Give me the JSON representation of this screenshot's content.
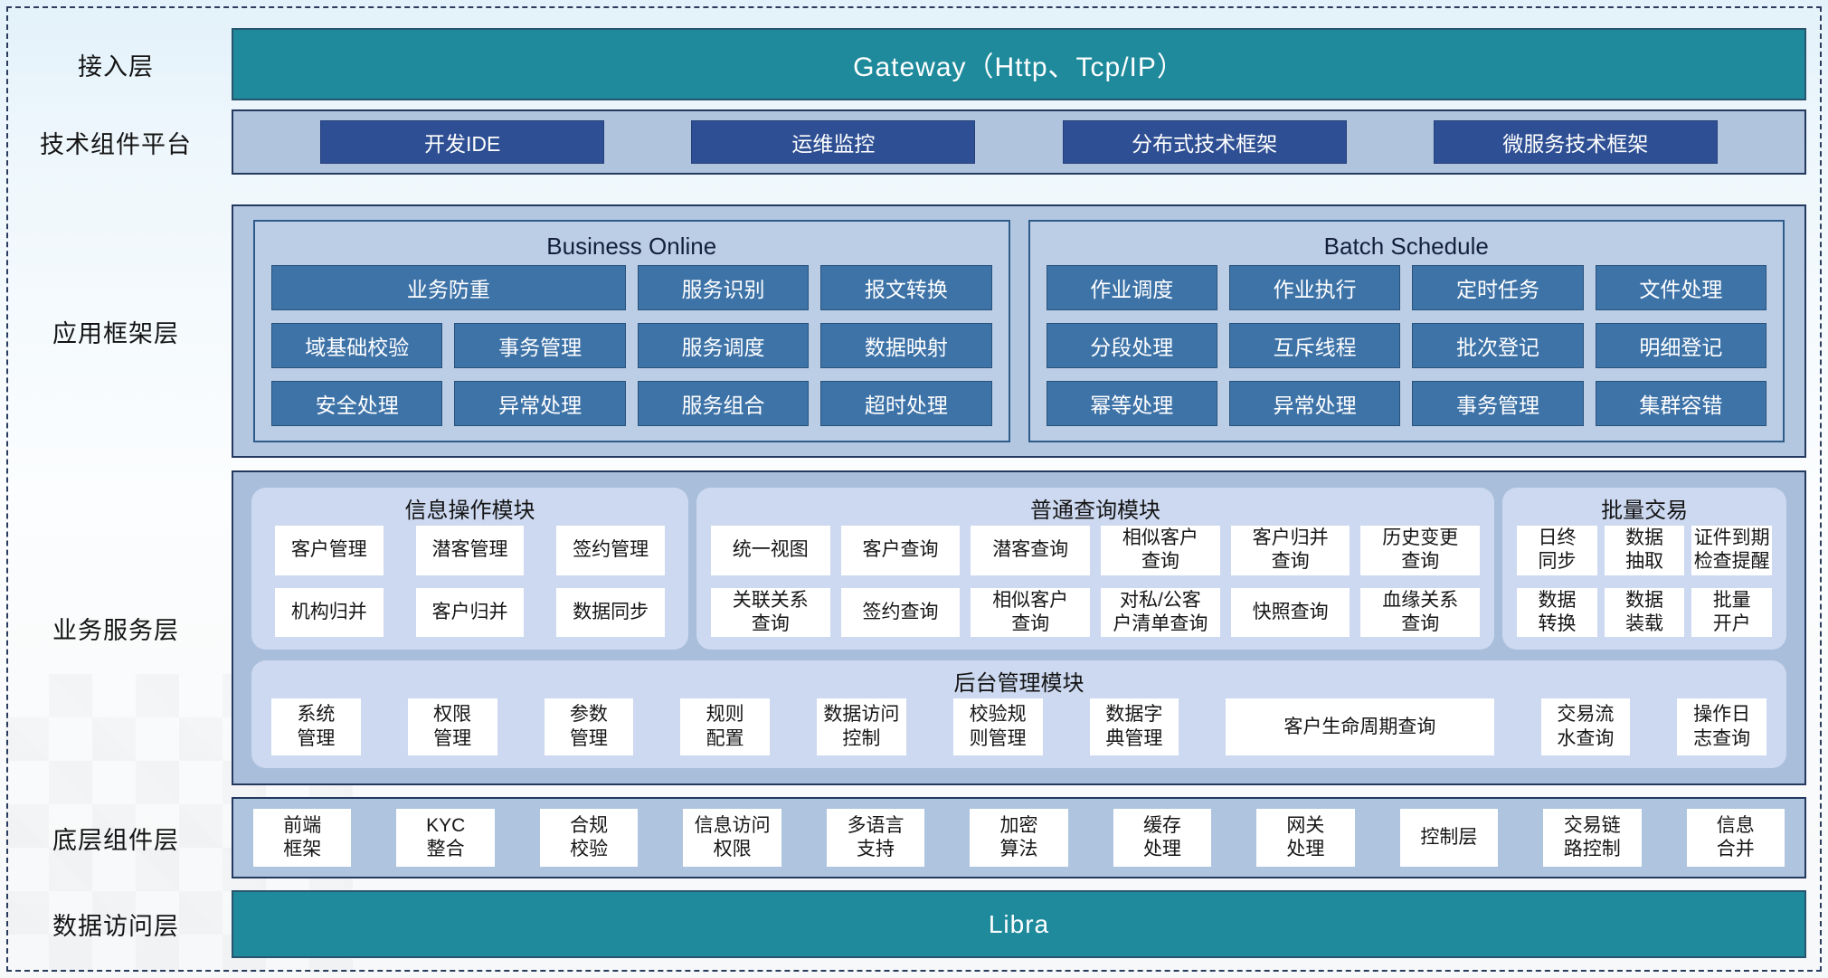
{
  "colors": {
    "teal": "#1e8a9c",
    "navy_border": "#24395f",
    "tech_button_blue": "#2e4f93",
    "framework_chip_blue": "#3e73a8",
    "panel_light_blue": "#cdd9f0",
    "container_blue": "#a9bedb"
  },
  "layer_labels": {
    "access": "接入层",
    "tech": "技术组件平台",
    "framework": "应用框架层",
    "services": "业务服务层",
    "components": "底层组件层",
    "data": "数据访问层"
  },
  "access": {
    "gateway": "Gateway（Http、Tcp/IP）"
  },
  "tech": {
    "items": [
      {
        "t": "开发IDE"
      },
      {
        "t": "运维监控"
      },
      {
        "t": "分布式技术框架"
      },
      {
        "t": "微服务技术框架"
      }
    ]
  },
  "framework": {
    "business_online": {
      "title": "Business Online",
      "items": [
        {
          "t": "业务防重",
          "span": 2
        },
        {
          "t": "服务识别"
        },
        {
          "t": "报文转换"
        },
        {
          "t": "域基础校验"
        },
        {
          "t": "事务管理"
        },
        {
          "t": "服务调度"
        },
        {
          "t": "数据映射"
        },
        {
          "t": "安全处理"
        },
        {
          "t": "异常处理"
        },
        {
          "t": "服务组合"
        },
        {
          "t": "超时处理"
        }
      ]
    },
    "batch_schedule": {
      "title": "Batch Schedule",
      "items": [
        {
          "t": "作业调度"
        },
        {
          "t": "作业执行"
        },
        {
          "t": "定时任务"
        },
        {
          "t": "文件处理"
        },
        {
          "t": "分段处理"
        },
        {
          "t": "互斥线程"
        },
        {
          "t": "批次登记"
        },
        {
          "t": "明细登记"
        },
        {
          "t": "幂等处理"
        },
        {
          "t": "异常处理"
        },
        {
          "t": "事务管理"
        },
        {
          "t": "集群容错"
        }
      ]
    }
  },
  "services": {
    "info_module": {
      "title": "信息操作模块",
      "items": [
        {
          "t": "客户管理"
        },
        {
          "t": "潜客管理"
        },
        {
          "t": "签约管理"
        },
        {
          "t": "机构归并"
        },
        {
          "t": "客户归并"
        },
        {
          "t": "数据同步"
        }
      ]
    },
    "query_module": {
      "title": "普通查询模块",
      "items": [
        {
          "t": "统一视图"
        },
        {
          "t": "客户查询"
        },
        {
          "t": "潜客查询"
        },
        {
          "t": "相似客户\n查询"
        },
        {
          "t": "客户归并\n查询"
        },
        {
          "t": "历史变更\n查询"
        },
        {
          "t": "关联关系\n查询"
        },
        {
          "t": "签约查询"
        },
        {
          "t": "相似客户\n查询"
        },
        {
          "t": "对私/公客\n户清单查询"
        },
        {
          "t": "快照查询"
        },
        {
          "t": "血缘关系\n查询"
        }
      ]
    },
    "batch_trade": {
      "title": "批量交易",
      "items": [
        {
          "t": "日终\n同步"
        },
        {
          "t": "数据\n抽取"
        },
        {
          "t": "证件到期\n检查提醒"
        },
        {
          "t": "数据\n转换"
        },
        {
          "t": "数据\n装载"
        },
        {
          "t": "批量\n开户"
        }
      ]
    },
    "admin_module": {
      "title": "后台管理模块",
      "items": [
        {
          "t": "系统\n管理"
        },
        {
          "t": "权限\n管理"
        },
        {
          "t": "参数\n管理"
        },
        {
          "t": "规则\n配置"
        },
        {
          "t": "数据访问\n控制"
        },
        {
          "t": "校验规\n则管理"
        },
        {
          "t": "数据字\n典管理"
        },
        {
          "t": "客户生命周期查询",
          "wide": true
        },
        {
          "t": "交易流\n水查询"
        },
        {
          "t": "操作日\n志查询"
        }
      ]
    }
  },
  "components": {
    "items": [
      {
        "t": "前端\n框架"
      },
      {
        "t": "KYC\n整合"
      },
      {
        "t": "合规\n校验"
      },
      {
        "t": "信息访问\n权限"
      },
      {
        "t": "多语言\n支持"
      },
      {
        "t": "加密\n算法"
      },
      {
        "t": "缓存\n处理"
      },
      {
        "t": "网关\n处理"
      },
      {
        "t": "控制层"
      },
      {
        "t": "交易链\n路控制"
      },
      {
        "t": "信息\n合并"
      }
    ]
  },
  "data_access": {
    "label": "Libra"
  }
}
